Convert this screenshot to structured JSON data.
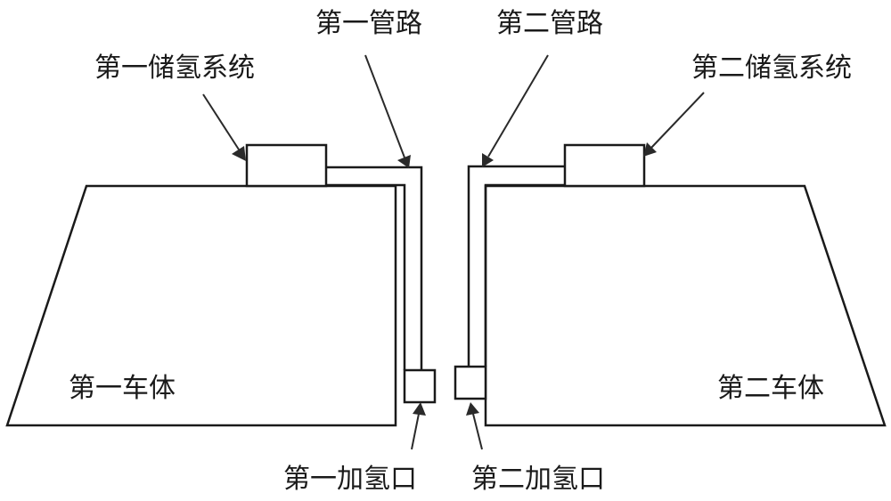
{
  "labels": {
    "pipe_1": "第一管路",
    "pipe_2": "第二管路",
    "storage_1": "第一储氢系统",
    "storage_2": "第二储氢系统",
    "body_1": "第一车体",
    "body_2": "第二车体",
    "port_1": "第一加氢口",
    "port_2": "第二加氢口"
  }
}
